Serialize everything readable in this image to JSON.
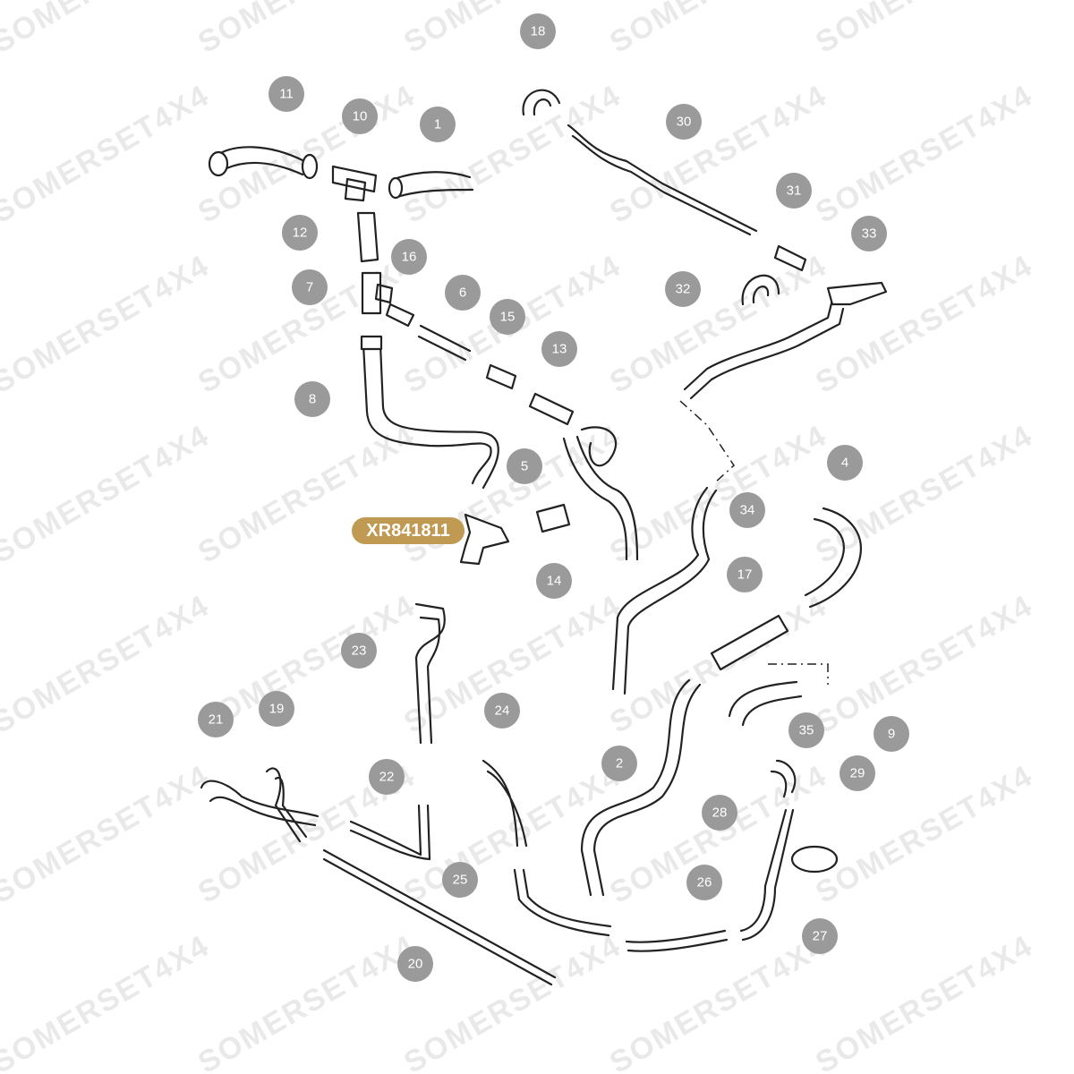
{
  "watermark": {
    "text": "SOMERSET4X4"
  },
  "highlight": {
    "label": "XR841811"
  },
  "callouts": [
    "1",
    "2",
    "4",
    "5",
    "6",
    "7",
    "8",
    "9",
    "10",
    "11",
    "12",
    "13",
    "14",
    "15",
    "16",
    "17",
    "18",
    "19",
    "20",
    "21",
    "22",
    "23",
    "24",
    "25",
    "26",
    "27",
    "28",
    "29",
    "30",
    "31",
    "32",
    "33",
    "34",
    "35"
  ],
  "colors": {
    "callout_bg": "#9a9a9a",
    "callout_text": "#ffffff",
    "highlight_bg": "#c09a52",
    "line": "#222222"
  }
}
